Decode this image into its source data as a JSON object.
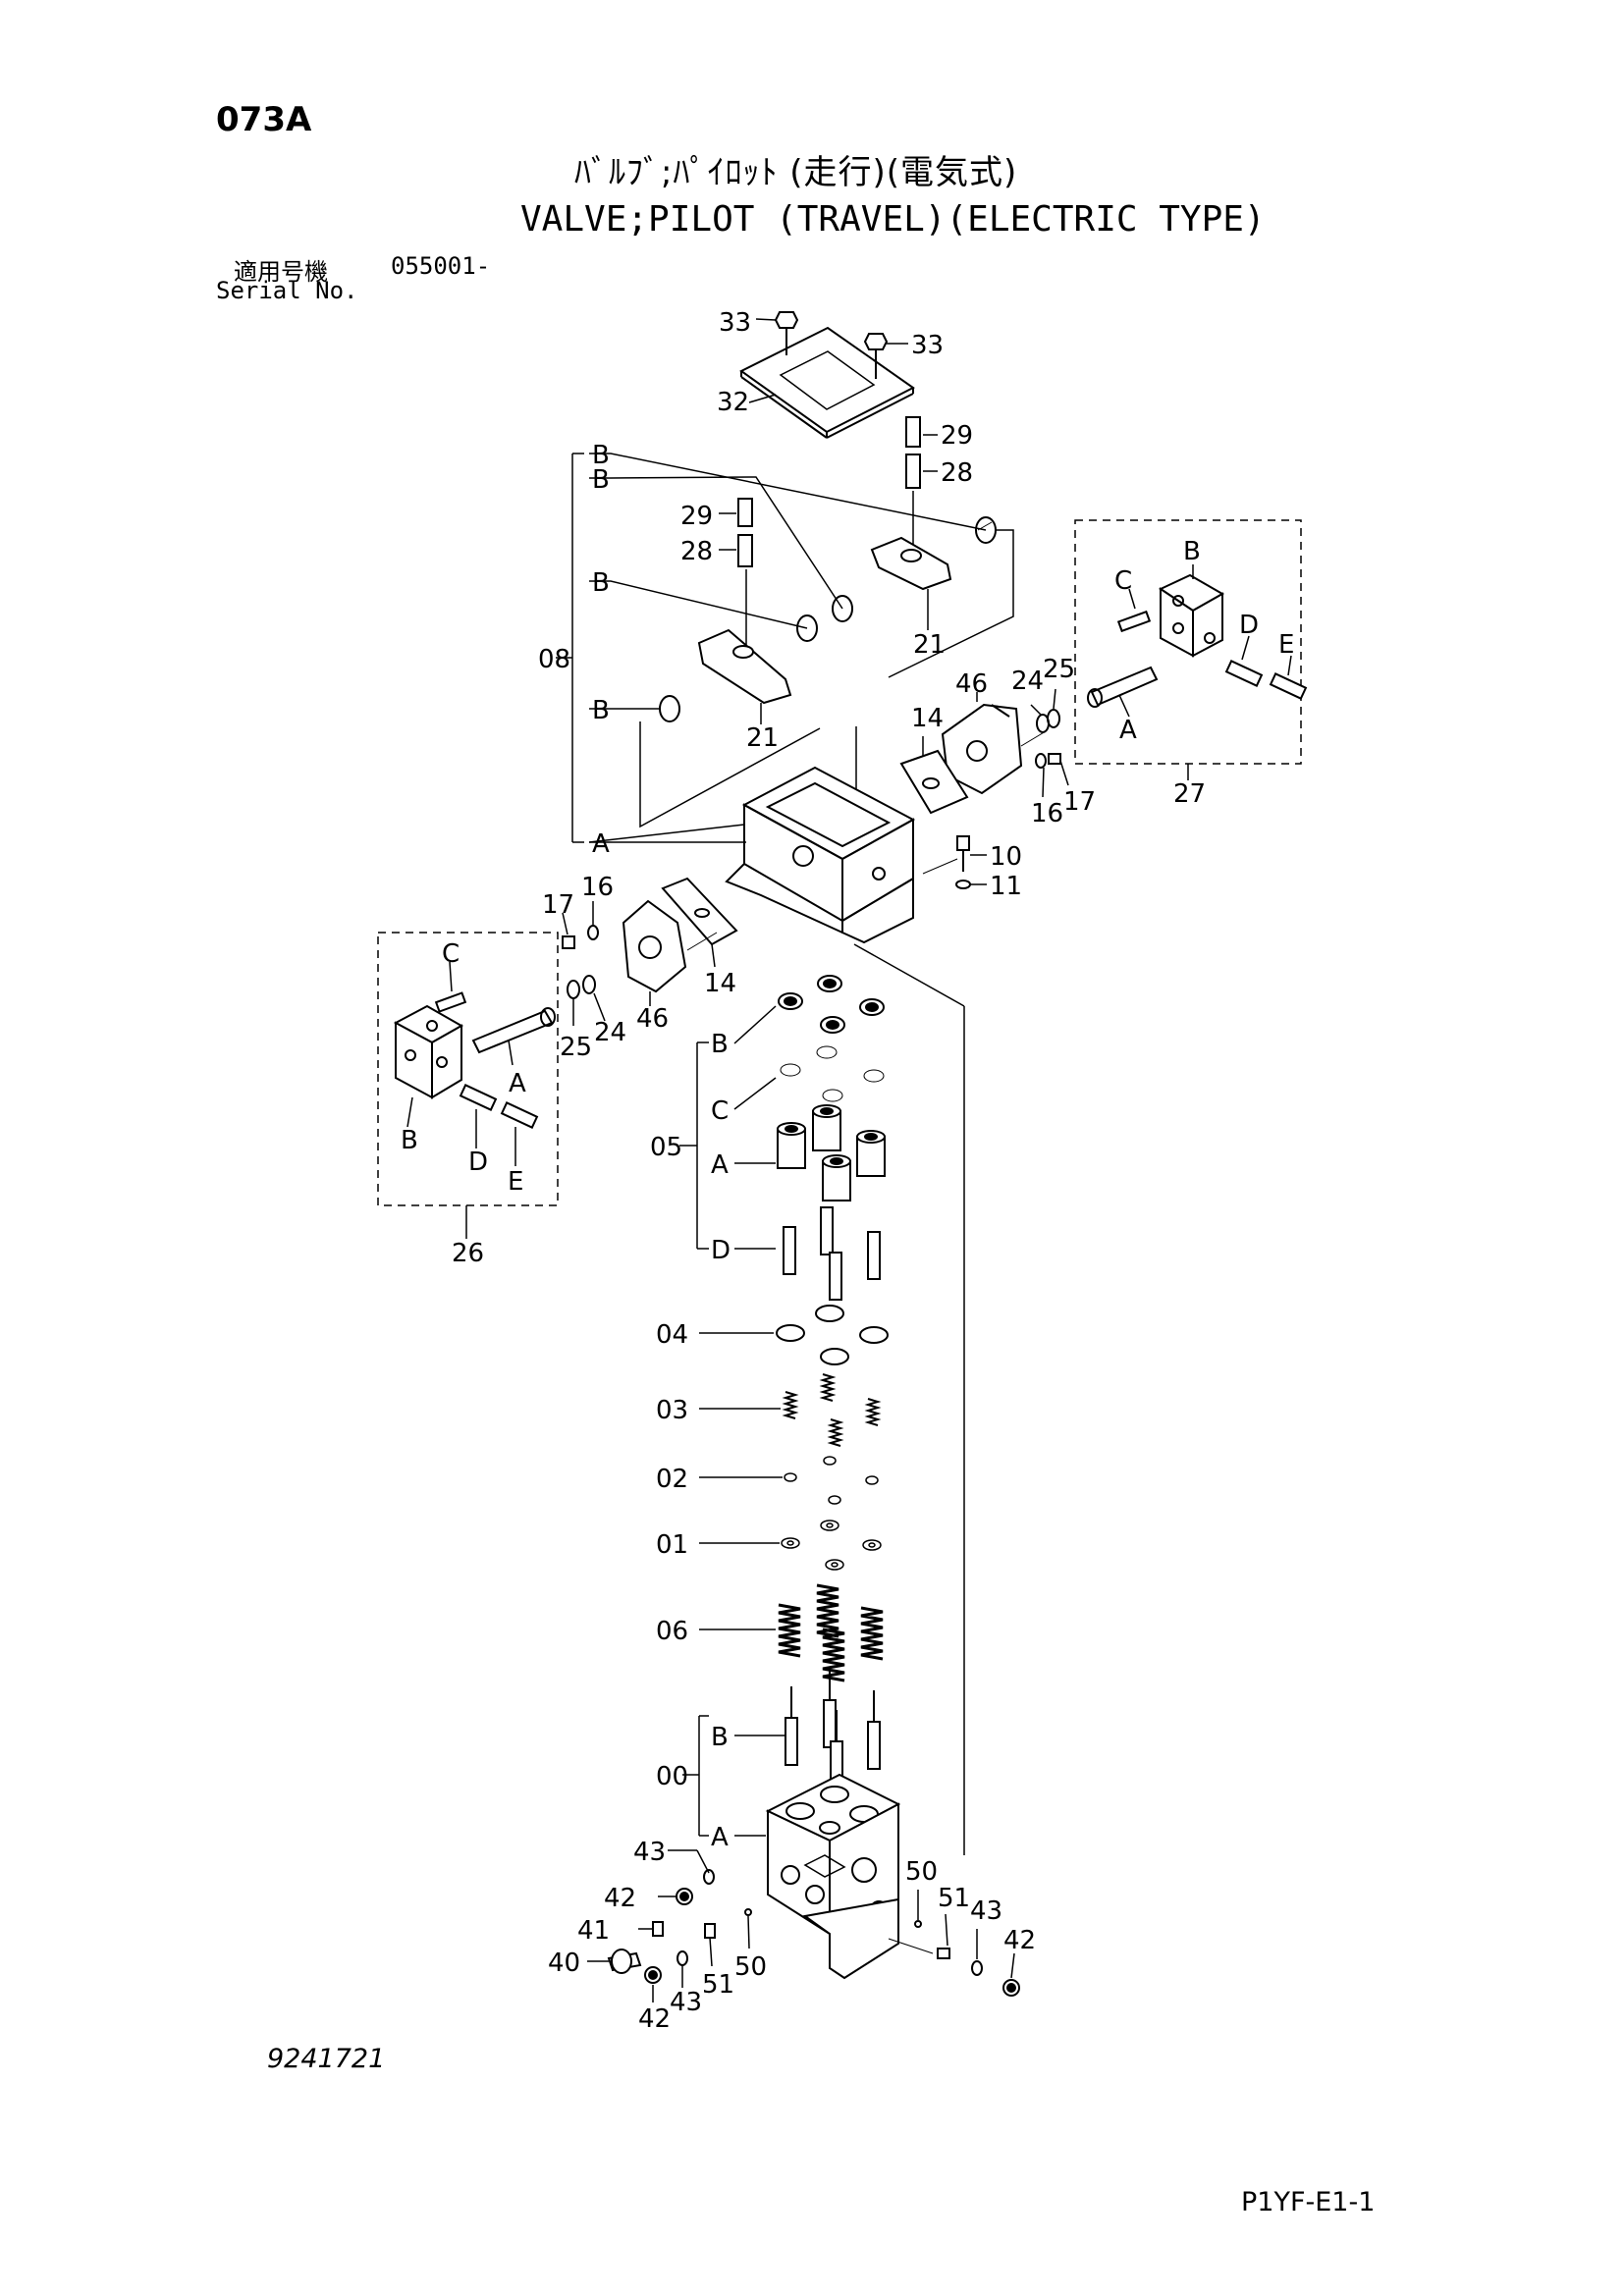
{
  "page_id": "073A",
  "title_jp": "ﾊﾞﾙﾌﾞ;ﾊﾟｲﾛｯﾄ (走行)(電気式)",
  "title_en": "VALVE;PILOT (TRAVEL)(ELECTRIC TYPE)",
  "serial": {
    "label_jp": "適用号機",
    "label_en": "Serial No.",
    "value": "055001-"
  },
  "drawing_number": "9241721",
  "sheet_code": "P1YF-E1-1",
  "callouts": {
    "p33": "33",
    "p32": "32",
    "p29": "29",
    "p28": "28",
    "p21": "21",
    "p08": "08",
    "pB": "B",
    "pA": "A",
    "pC": "C",
    "pD": "D",
    "pE": "E",
    "p46": "46",
    "p24": "24",
    "p25": "25",
    "p14": "14",
    "p16": "16",
    "p17": "17",
    "p27": "27",
    "p26": "26",
    "p10": "10",
    "p11": "11",
    "p05": "05",
    "p04": "04",
    "p03": "03",
    "p02": "02",
    "p01": "01",
    "p06": "06",
    "p00": "00",
    "p43": "43",
    "p42": "42",
    "p41": "41",
    "p40": "40",
    "p50": "50",
    "p51": "51"
  }
}
